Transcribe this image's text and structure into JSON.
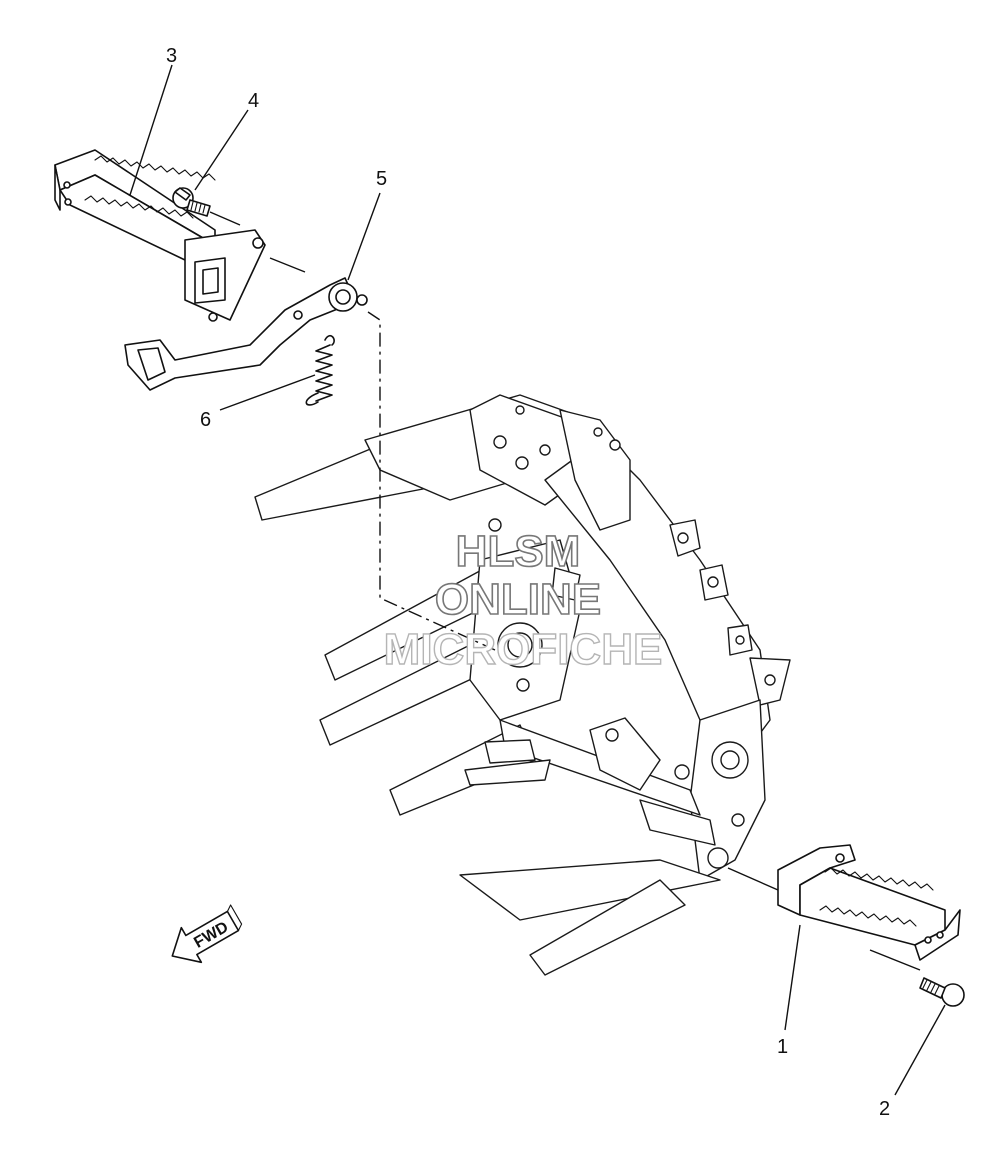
{
  "callouts": {
    "c1": "1",
    "c2": "2",
    "c3": "3",
    "c4": "4",
    "c5": "5",
    "c6": "6"
  },
  "watermark": {
    "line1": "HLSM",
    "line2": "ONLINE",
    "line3": "MICROFICHE"
  },
  "direction_marker": {
    "label": "FWD"
  }
}
